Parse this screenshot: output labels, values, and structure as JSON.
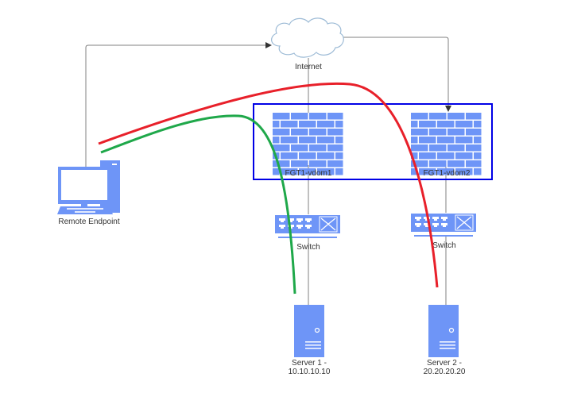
{
  "diagram": {
    "nodes": {
      "internet": {
        "label": "Internet",
        "icon": "cloud-icon"
      },
      "fgt1": {
        "label": "FGT1-vdom1",
        "icon": "firewall-icon"
      },
      "fgt2": {
        "label": "FGT1-vdom2",
        "icon": "firewall-icon"
      },
      "endpoint": {
        "label": "Remote Endpoint",
        "icon": "desktop-computer-icon"
      },
      "switch1": {
        "label": "Switch",
        "icon": "switch-icon"
      },
      "switch2": {
        "label": "Switch",
        "icon": "switch-icon"
      },
      "server1": {
        "label_line1": "Server 1 -",
        "label_line2": "10.10.10.10",
        "icon": "server-icon"
      },
      "server2": {
        "label_line1": "Server 2 -",
        "label_line2": "20.20.20.20",
        "icon": "server-icon"
      }
    },
    "edges": [
      {
        "from": "endpoint",
        "to": "internet",
        "arrow": true
      },
      {
        "from": "internet",
        "to": "fgt2",
        "arrow": true
      },
      {
        "from": "internet",
        "to": "fgt1",
        "arrow": false
      },
      {
        "from": "fgt1",
        "to": "switch1",
        "arrow": false
      },
      {
        "from": "switch1",
        "to": "server1",
        "arrow": false
      },
      {
        "from": "fgt2",
        "to": "switch2",
        "arrow": false
      },
      {
        "from": "switch2",
        "to": "server2",
        "arrow": false
      }
    ],
    "paths": [
      {
        "name": "red-path",
        "from": "endpoint",
        "to": "server2",
        "color": "#e8202a"
      },
      {
        "name": "green-path",
        "from": "endpoint",
        "to": "server1",
        "color": "#1fa84a"
      }
    ],
    "colors": {
      "icon_fill": "#6e95f7",
      "vdom_border": "#0000e6",
      "connector": "#808080"
    }
  }
}
